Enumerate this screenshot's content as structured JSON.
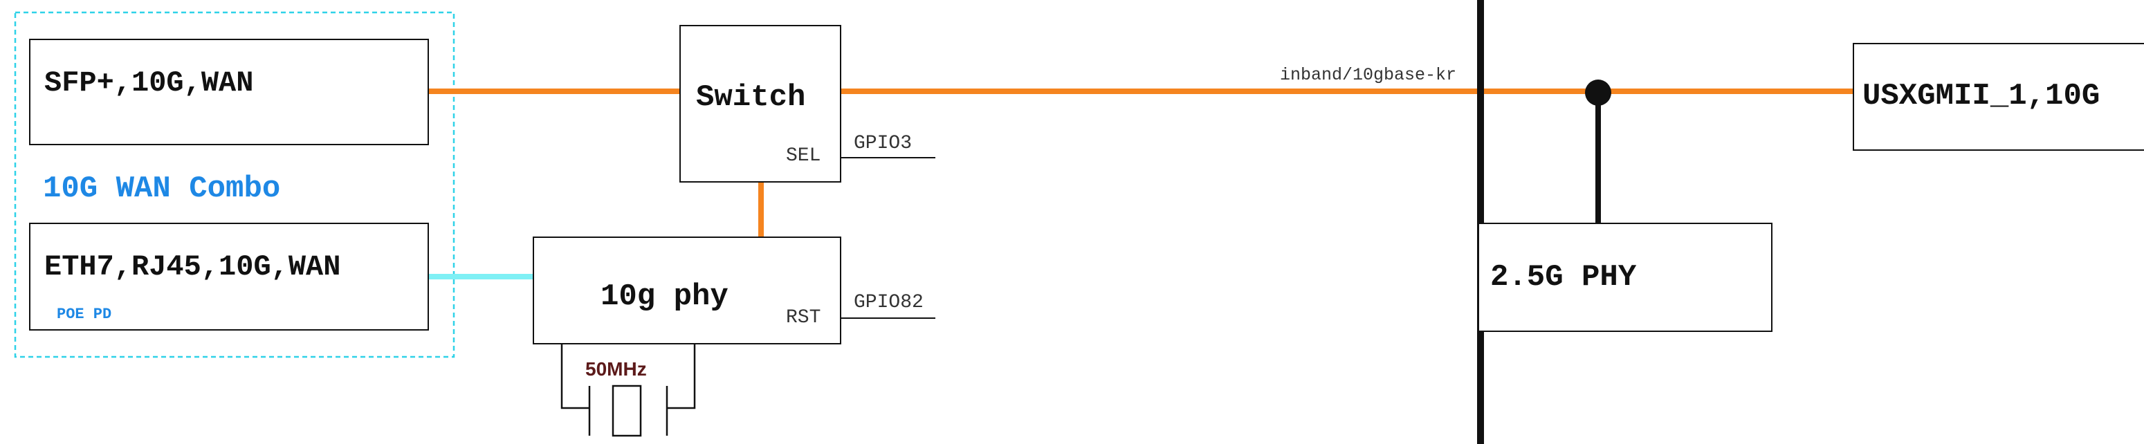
{
  "colors": {
    "link_10g": "#f5841f",
    "link_rj45": "#7ff0f5",
    "combo_group": "#2fd2e8",
    "combo_title": "#1e88e5",
    "xtal": "#5c1a1a",
    "line": "#111111"
  },
  "combo": {
    "title": "10G WAN Combo",
    "sfp_label": "SFP+,10G,WAN",
    "eth_label": "ETH7,RJ45,10G,WAN",
    "poe_label": "POE PD"
  },
  "switch": {
    "label": "Switch",
    "sel_pin": "SEL",
    "sel_gpio": "GPIO3"
  },
  "phy10g": {
    "label": "10g phy",
    "rst_pin": "RST",
    "rst_gpio": "GPIO82"
  },
  "crystal": {
    "label": "50MHz"
  },
  "bus": {
    "label": "inband/10gbase-kr"
  },
  "usxgmii": {
    "label": "USXGMII_1,10G"
  },
  "phy25g": {
    "label": "2.5G PHY"
  }
}
